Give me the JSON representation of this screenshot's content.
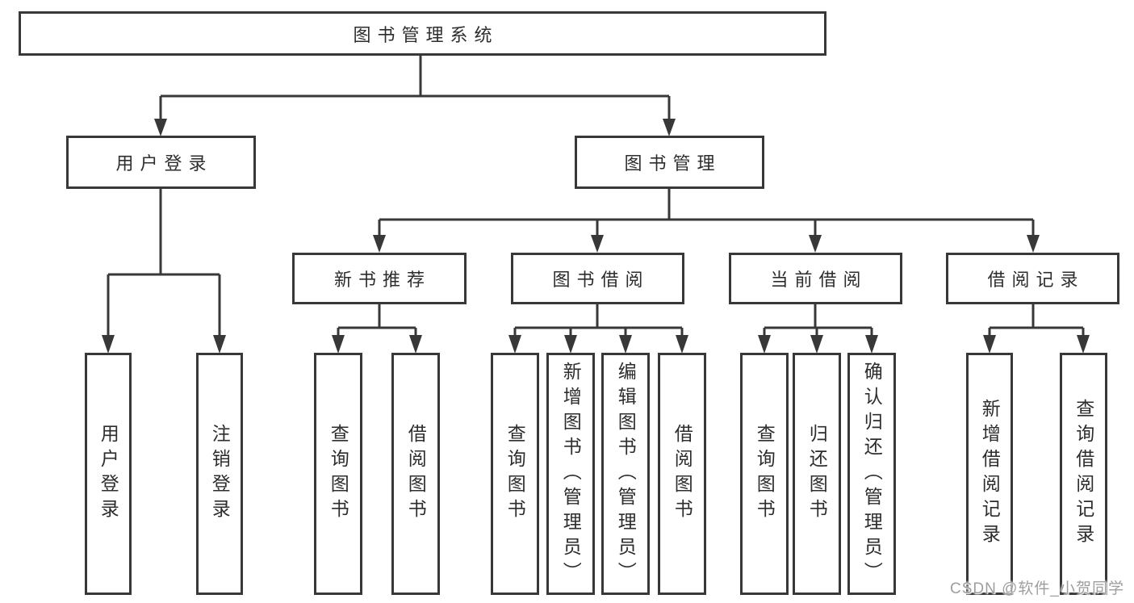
{
  "root": {
    "label": "图书管理系统"
  },
  "user_login": {
    "label": "用户登录",
    "children": [
      {
        "label": "用户登录"
      },
      {
        "label": "注销登录"
      }
    ]
  },
  "book_mgmt": {
    "label": "图书管理",
    "sections": [
      {
        "label": "新书推荐",
        "children": [
          {
            "label": "查询图书"
          },
          {
            "label": "借阅图书"
          }
        ]
      },
      {
        "label": "图书借阅",
        "children": [
          {
            "label": "查询图书"
          },
          {
            "label": "新增图书（管理员）"
          },
          {
            "label": "编辑图书（管理员）"
          },
          {
            "label": "借阅图书"
          }
        ]
      },
      {
        "label": "当前借阅",
        "children": [
          {
            "label": "查询图书"
          },
          {
            "label": "归还图书"
          },
          {
            "label": "确认归还（管理员）"
          }
        ]
      },
      {
        "label": "借阅记录",
        "children": [
          {
            "label": "新增借阅记录"
          },
          {
            "label": "查询借阅记录"
          }
        ]
      }
    ]
  },
  "watermark": {
    "text": "CSDN @软件_小贺同学"
  },
  "colors": {
    "line": "#383838",
    "text": "#2d2d2d",
    "background": "#ffffff",
    "watermark": "#9e9e9e"
  }
}
